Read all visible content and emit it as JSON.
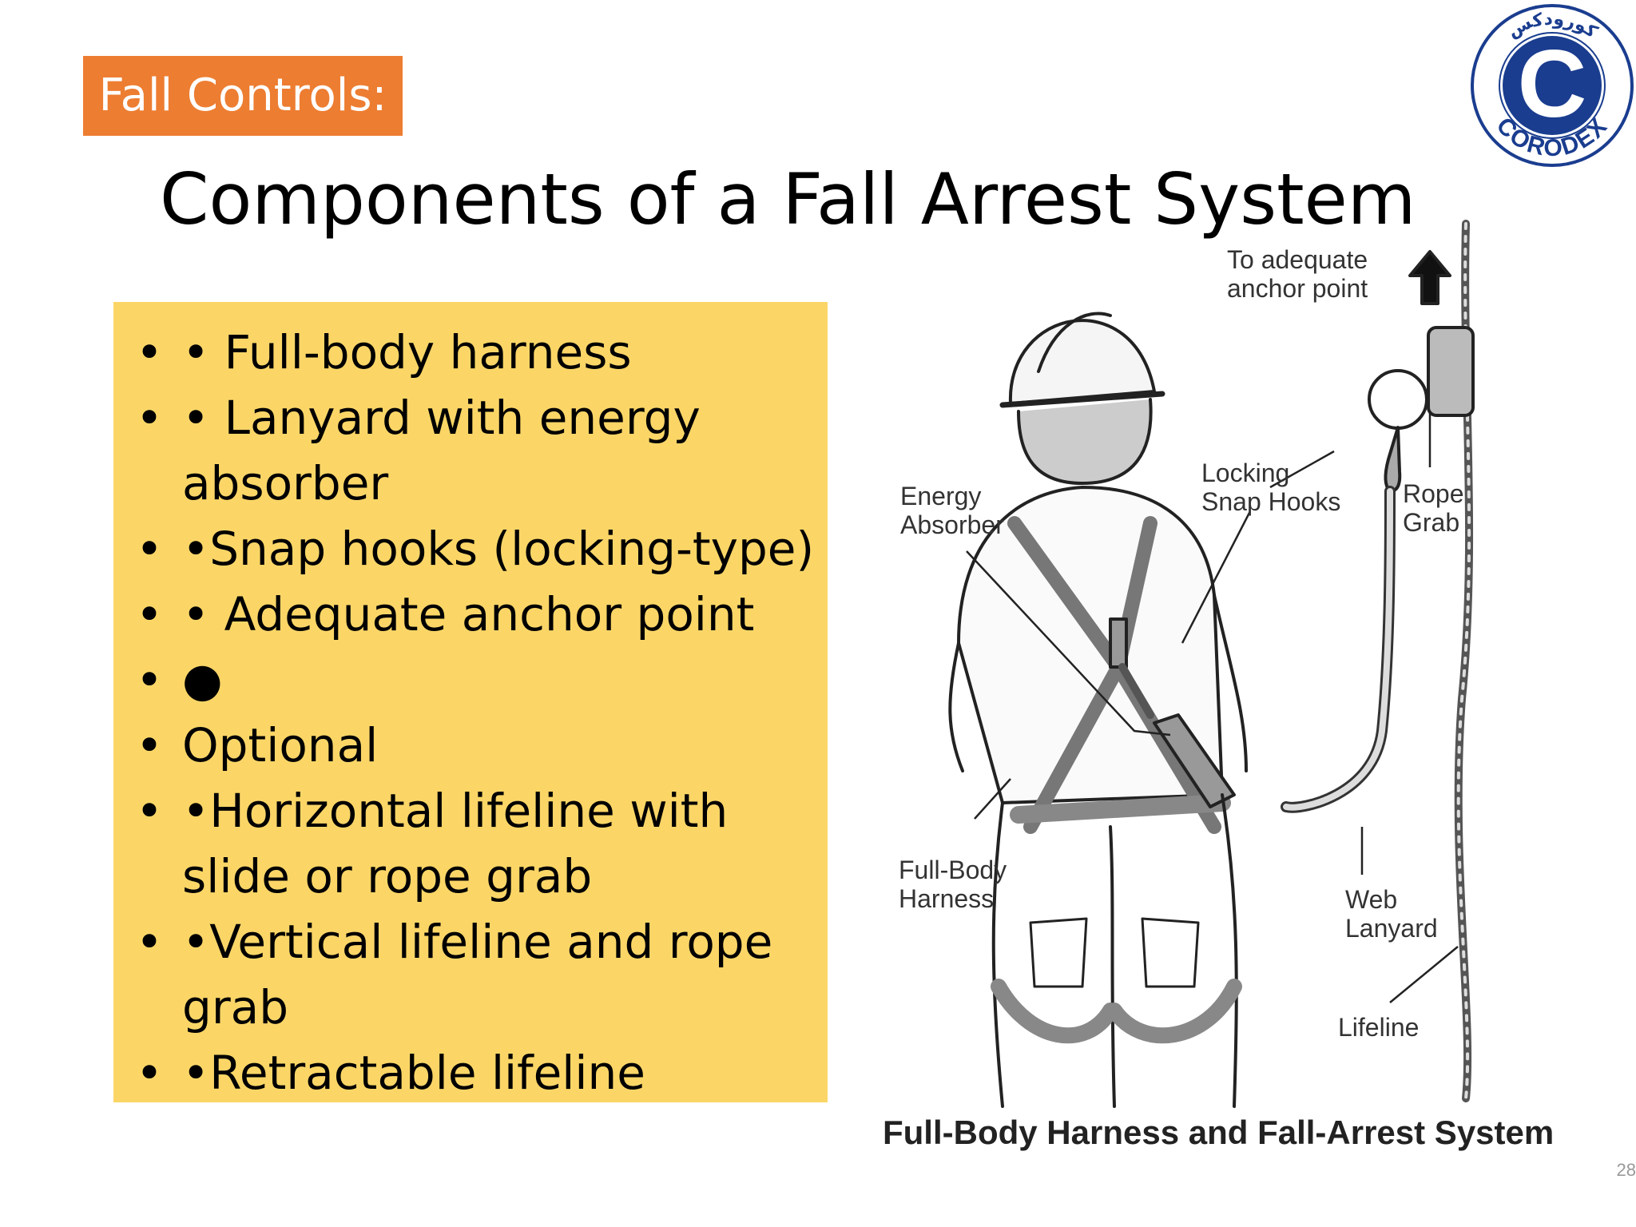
{
  "header": {
    "section_tag": "Fall Controls:",
    "title": "Components of a Fall Arrest System"
  },
  "logo": {
    "text": "CORODEX",
    "arabic_text": "كورودكس",
    "letter": "C",
    "brand_color": "#1A3D8F"
  },
  "bullets": [
    {
      "marker": "•",
      "lines": [
        "• Full-body harness"
      ]
    },
    {
      "marker": "•",
      "lines": [
        "• Lanyard with energy",
        "absorber"
      ]
    },
    {
      "marker": "•",
      "lines": [
        "•Snap hooks (locking-type)"
      ]
    },
    {
      "marker": "•",
      "lines": [
        "• Adequate anchor point"
      ]
    },
    {
      "marker": "•",
      "lines": [
        "●"
      ]
    },
    {
      "marker": "•",
      "lines": [
        "Optional"
      ]
    },
    {
      "marker": "•",
      "lines": [
        "•Horizontal lifeline with",
        "slide or rope grab"
      ]
    },
    {
      "marker": "•",
      "lines": [
        "•Vertical lifeline and rope",
        "grab"
      ]
    },
    {
      "marker": "•",
      "lines": [
        "•Retractable lifeline"
      ]
    }
  ],
  "figure": {
    "caption": "Full-Body Harness and Fall-Arrest System",
    "callouts": {
      "anchor": [
        "To adequate",
        "anchor point"
      ],
      "energy_absorber": [
        "Energy",
        "Absorber"
      ],
      "locking_snap_hooks": [
        "Locking",
        "Snap Hooks"
      ],
      "rope_grab": [
        "Rope",
        "Grab"
      ],
      "full_body_harness": [
        "Full-Body",
        "Harness"
      ],
      "web_lanyard": [
        "Web",
        "Lanyard"
      ],
      "lifeline": [
        "Lifeline"
      ]
    }
  },
  "colors": {
    "section_tag_bg": "#ED7D31",
    "bullet_box_bg": "#FBD667"
  },
  "page_number": "28"
}
